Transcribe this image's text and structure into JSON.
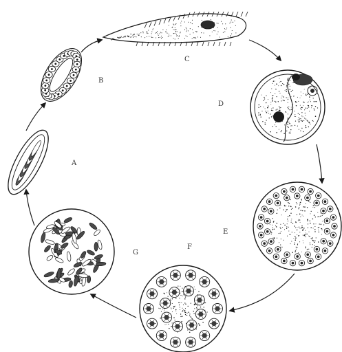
{
  "diagram": {
    "colors": {
      "ink": "#1a1a1a",
      "paper": "#ffffff"
    },
    "labels": {
      "a": "A",
      "b": "B",
      "c": "C",
      "d": "D",
      "e": "E",
      "f": "F",
      "g": "G"
    },
    "stages": [
      {
        "name": "stage-a-elongated-cyst",
        "label_key": "a"
      },
      {
        "name": "stage-b-cell-cluster",
        "label_key": "b"
      },
      {
        "name": "stage-c-flagellated-cell",
        "label_key": "c"
      },
      {
        "name": "stage-d-dividing-cyst",
        "label_key": "d"
      },
      {
        "name": "stage-e-multinucleate-sphere",
        "label_key": "e"
      },
      {
        "name": "stage-f-nucleated-sphere",
        "label_key": "f"
      },
      {
        "name": "stage-g-spore-mass",
        "label_key": "g"
      }
    ]
  }
}
